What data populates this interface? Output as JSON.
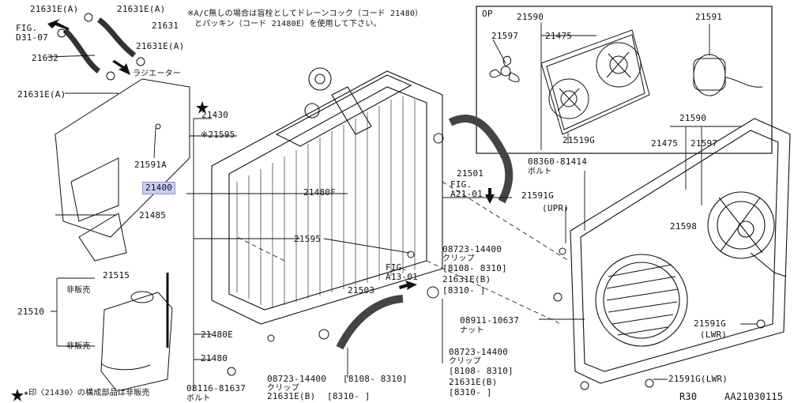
{
  "diagram": {
    "notes": {
      "ac_note_line1": "※A/C無しの場合は盲栓としてドレーンコック（コード 21480）",
      "ac_note_line2": "とパッキン（コード 21480E）を使用して下さい。",
      "footer_note": "★印〈21430〉の構成部品は非販売",
      "ref_r30": "R30",
      "ref_code": "AA21030115"
    },
    "labels": {
      "p21631E_A_1": "21631E(A)",
      "p21631E_A_2": "21631E(A)",
      "fig_d31": "FIG.",
      "fig_d31b": "D31-07",
      "p21631": "21631",
      "p21631E_A_3": "21631E(A)",
      "p21632": "21632",
      "radiator_jp": "ラジエーター",
      "p21631E_A_4": "21631E(A)",
      "p21430": "21430",
      "p21595_star": "※21595",
      "p21591A": "21591A",
      "p21400": "21400",
      "p21480F": "21480F",
      "p21485": "21485",
      "p21595": "21595",
      "p21515": "21515",
      "hihanbai1": "非販売",
      "p21510": "21510",
      "hihanbai2": "非販売",
      "p21480E": "21480E",
      "p21480": "21480",
      "p08116": "08116-81637",
      "bolt1": "ボルト",
      "op": "OP",
      "p21590_top": "21590",
      "p21591_top": "21591",
      "p21597_top": "21597",
      "p21475_top": "21475",
      "p21519G": "21519G",
      "p21501": "21501",
      "fig_a21": "FIG.",
      "fig_a21b": "A21-01",
      "p08360": "08360-81414",
      "bolt2": "ボルト",
      "p21591G_upr": "21591G",
      "upr": "(UPR)",
      "p08723_1": "08723-14400",
      "clip1": "クリップ",
      "range1": "[8108- 8310]",
      "p21631E_B_1": "21631E(B)",
      "range1b": "[8310-    ]",
      "fig_a13": "FIG.",
      "fig_a13b": "A13-01",
      "p21503": "21503",
      "p08911": "08911-10637",
      "nut": "ナット",
      "p08723_2": "08723-14400",
      "clip2": "クリップ",
      "range2": "[8108- 8310]",
      "p21631E_B_2": "21631E(B)",
      "range2b": "[8310-    ]",
      "p08723_3": "08723-14400",
      "range3": "[8108- 8310]",
      "clip3": "クリップ",
      "p21631E_B_3": "21631E(B)",
      "range3b": "[8310-    ]",
      "p21590_main": "21590",
      "p21475_main": "21475",
      "p21597_main": "21597",
      "p21598": "21598",
      "p21591G_lwr1": "21591G",
      "lwr1": "(LWR)",
      "p21591G_lwr2": "21591G(LWR)"
    }
  }
}
